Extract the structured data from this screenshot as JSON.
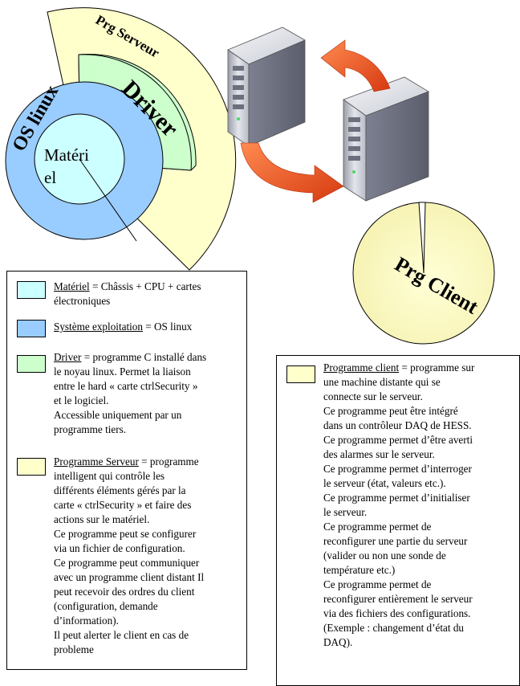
{
  "colors": {
    "materiel": "#ccffff",
    "os": "#99ccff",
    "driver": "#ccffcc",
    "serveur": "#ffffcc"
  },
  "diagram": {
    "materiel_label": [
      "Matéri",
      "el"
    ],
    "os_label": "OS linux",
    "driver_label": "Driver",
    "serveur_label": "Prg Serveur",
    "client_label": "Prg Client"
  },
  "legend": [
    {
      "key": "materiel",
      "term": "Matériel",
      "lines": [
        "{term} = Châssis + CPU + cartes",
        "électroniques"
      ]
    },
    {
      "key": "os",
      "term": "Système exploitation",
      "lines": [
        "{term} = OS linux"
      ]
    },
    {
      "key": "driver",
      "term": "Driver",
      "lines": [
        "{term} = programme C installé dans",
        "le noyau linux. Permet la liaison",
        "entre le hard « carte ctrlSecurity »",
        "et le logiciel.",
        "Accessible uniquement par un",
        "programme tiers."
      ]
    },
    {
      "key": "serveur",
      "term": "Programme Serveur",
      "lines": [
        "{term} = programme",
        "intelligent qui contrôle les",
        "différents éléments gérés par la",
        "carte « ctrlSecurity » et faire des",
        "actions sur le matériel.",
        "Ce programme peut se configurer",
        "via un fichier de configuration.",
        "Ce programme peut communiquer",
        "avec un programme client distant Il",
        "peut recevoir des ordres du client",
        "(configuration, demande",
        "d’information).",
        "Il peut alerter le client en cas de",
        "probleme"
      ]
    }
  ],
  "client_legend": {
    "key": "serveur",
    "term": "Programme client",
    "lines": [
      "{term} = programme sur",
      "une machine distante qui  se",
      "connecte sur le serveur.",
      "Ce programme peut être intégré",
      "dans un contrôleur DAQ de HESS.",
      "Ce programme permet d’être averti",
      "des alarmes sur le serveur.",
      "Ce programme permet d’interroger",
      "le serveur (état, valeurs etc.).",
      "Ce programme permet d’initialiser",
      "le serveur.",
      "Ce programme permet de",
      "reconfigurer une partie du serveur",
      "(valider ou non une sonde de",
      "température etc.)",
      "Ce programme permet de",
      "reconfigurer entièrement le serveur",
      "via des fichiers des configurations.",
      "(Exemple : changement d’état du",
      "DAQ)."
    ]
  }
}
